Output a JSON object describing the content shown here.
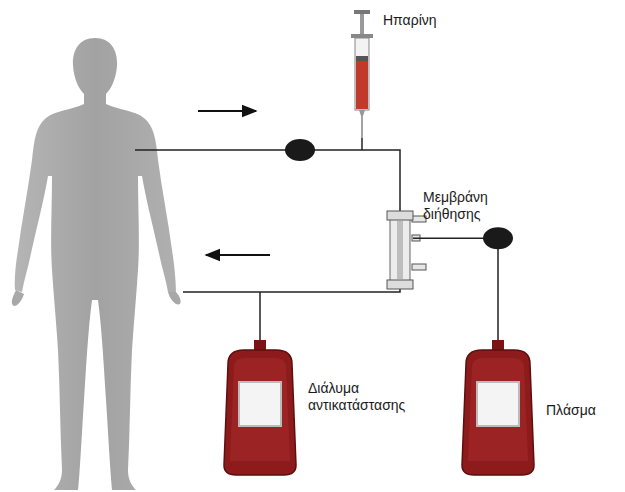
{
  "diagram": {
    "nodes": [
      {
        "text": [
          "Ηπαρίνη"
        ]
      },
      {
        "text": [
          "Μεμβράνη διήθησης"
        ]
      },
      {
        "text": [
          "Διάλυμα αντικατάστασης"
        ]
      },
      {
        "text": [
          "Πλάσμα"
        ]
      }
    ],
    "edges": [
      {
        "from": 1,
        "to": 3,
        "arrow": "none"
      }
    ]
  }
}
